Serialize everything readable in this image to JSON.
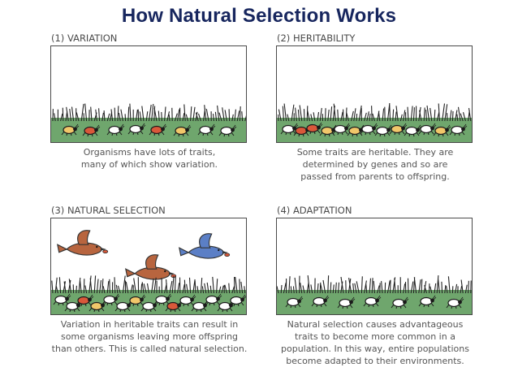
{
  "title": "How Natural Selection Works",
  "panels": [
    {
      "label": "(1) VARIATION",
      "caption": "Organisms have lots of traits,\nmany of which show variation."
    },
    {
      "label": "(2) HERITABILITY",
      "caption": "Some traits are heritable. They are\ndetermined by genes and so are\npassed from parents to offspring."
    },
    {
      "label": "(3) NATURAL SELECTION",
      "caption": "Variation in heritable traits can result in\nsome organisms leaving more offspring\nthan others. This is called natural selection."
    },
    {
      "label": "(4) ADAPTATION",
      "caption": "Natural selection causes advantageous\ntraits to become more common in a\npopulation. In this way, entire populations\nbecome adapted to their environments."
    }
  ],
  "colors": {
    "title": "#17265e",
    "grass": "#6fa66d",
    "grass_blades": "#222222",
    "beetle_red": "#d9583a",
    "beetle_yellow": "#f1c76a",
    "beetle_dark": "#1a1a1a",
    "bird_brown": "#b8653f",
    "bird_blue": "#5b7fc6"
  },
  "icons": [
    "beetle-icon",
    "bird-icon"
  ]
}
